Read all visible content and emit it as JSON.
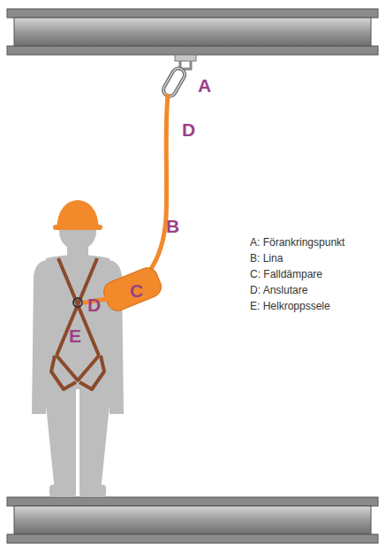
{
  "diagram": {
    "labels": [
      "A",
      "D",
      "B",
      "C",
      "D",
      "E",
      "A: Förankringspunkt",
      "B: Lina",
      "C: Falldämpare",
      "D: Anslutare",
      "E: Helkroppssele"
    ]
  }
}
